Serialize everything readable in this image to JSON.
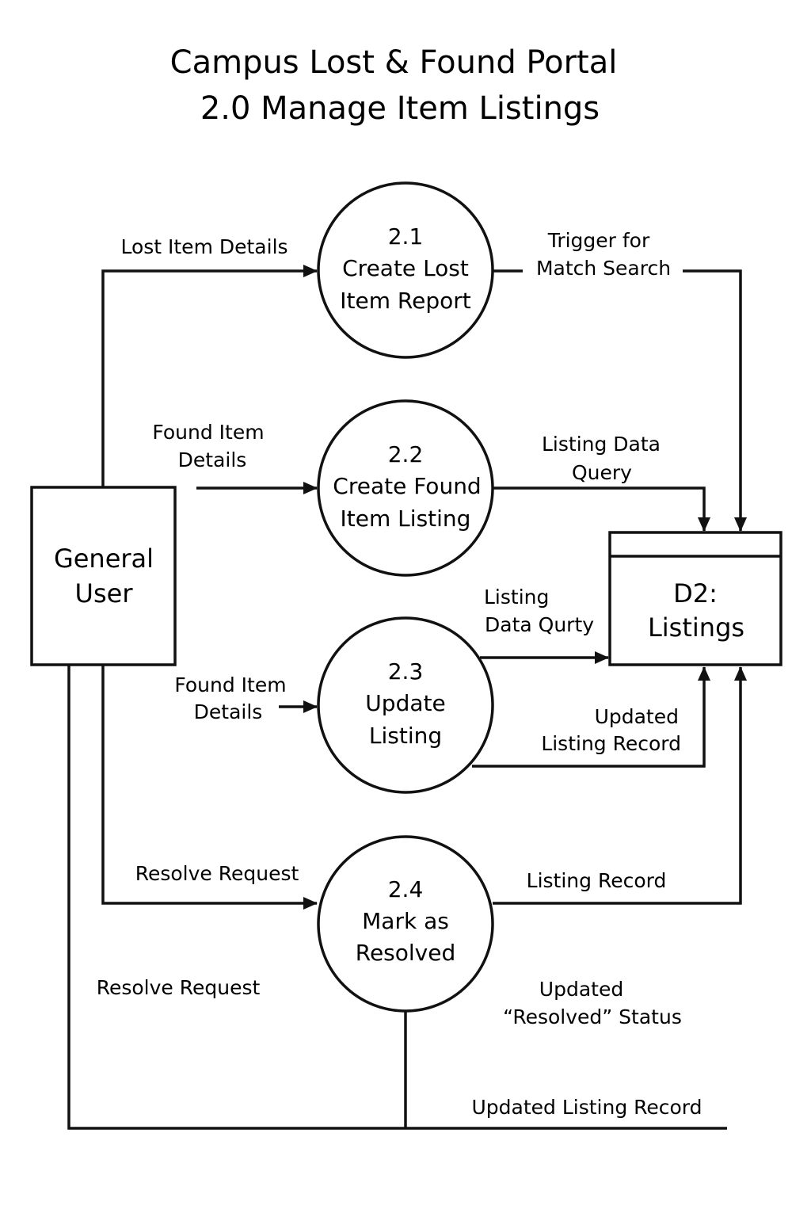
{
  "title": {
    "line1": "Campus Lost & Found Portal",
    "line2": "2.0 Manage Item Listings"
  },
  "external_entity": {
    "line1": "General",
    "line2": "User"
  },
  "data_store": {
    "line1": "D2:",
    "line2": "Listings"
  },
  "processes": [
    {
      "id": "2.1",
      "line1": "Create Lost",
      "line2": "Item Report"
    },
    {
      "id": "2.2",
      "line1": "Create Found",
      "line2": "Item Listing"
    },
    {
      "id": "2.3",
      "line1": "Update",
      "line2": "Listing"
    },
    {
      "id": "2.4",
      "line1": "Mark as",
      "line2": "Resolved"
    }
  ],
  "flows": {
    "lost_item_details": "Lost Item Details",
    "trigger_line1": "Trigger for",
    "trigger_line2": "Match Search",
    "found_details_1_line1": "Found Item",
    "found_details_1_line2": "Details",
    "listing_query_1_line1": "Listing Data",
    "listing_query_1_line2": "Query",
    "listing_query_2_line1": "Listing",
    "listing_query_2_line2": "Data Qurty",
    "found_details_2_line1": "Found Item",
    "found_details_2_line2": "Details",
    "updated_record_line1": "Updated",
    "updated_record_line2": "Listing Record",
    "resolve_request_1": "Resolve Request",
    "listing_record": "Listing Record",
    "resolve_request_2": "Resolve Request",
    "resolved_status_line1": "Updated",
    "resolved_status_line2": "“Resolved” Status",
    "updated_listing_record": "Updated Listing Record"
  }
}
